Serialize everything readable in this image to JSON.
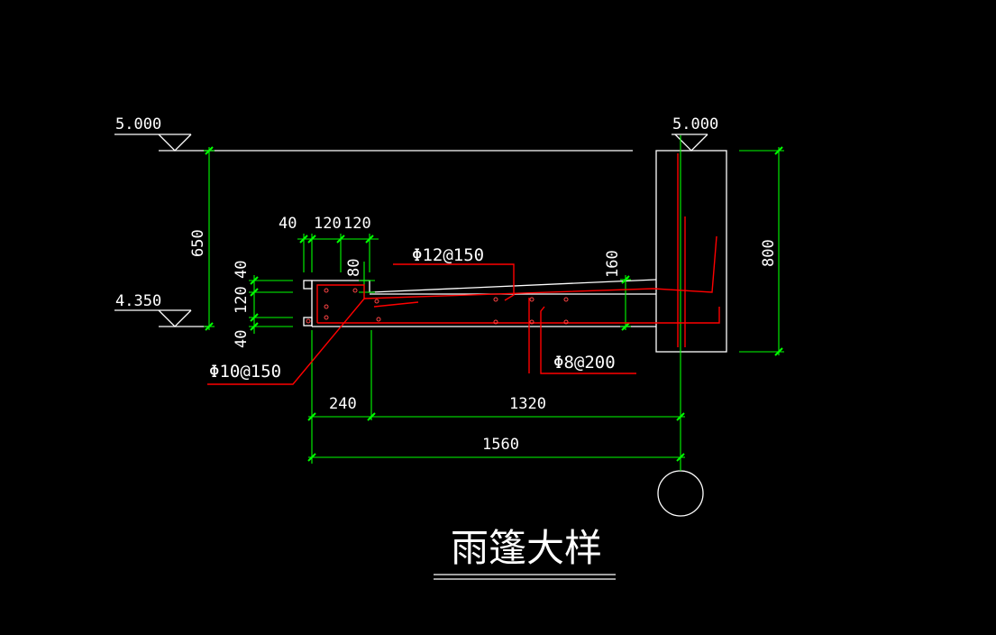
{
  "levels": {
    "top_left": "5.000",
    "top_right": "5.000",
    "slab": "4.350"
  },
  "dimensions": {
    "d650": "650",
    "d800": "800",
    "d40_top": "40",
    "d120_a": "120",
    "d120_b": "120",
    "d40_v1": "40",
    "d120_v": "120",
    "d40_v2": "40",
    "d80": "80",
    "d160": "160",
    "d240": "240",
    "d1320": "1320",
    "d1560": "1560"
  },
  "rebar": {
    "top": "Φ12@150",
    "stirrup": "Φ10@150",
    "bottom": "Φ8@200"
  },
  "title": "雨篷大样",
  "colors": {
    "background": "#000000",
    "concrete": "#ffffff",
    "dimension": "#00ff00",
    "rebar": "#ff0000",
    "text": "#ffffff"
  }
}
